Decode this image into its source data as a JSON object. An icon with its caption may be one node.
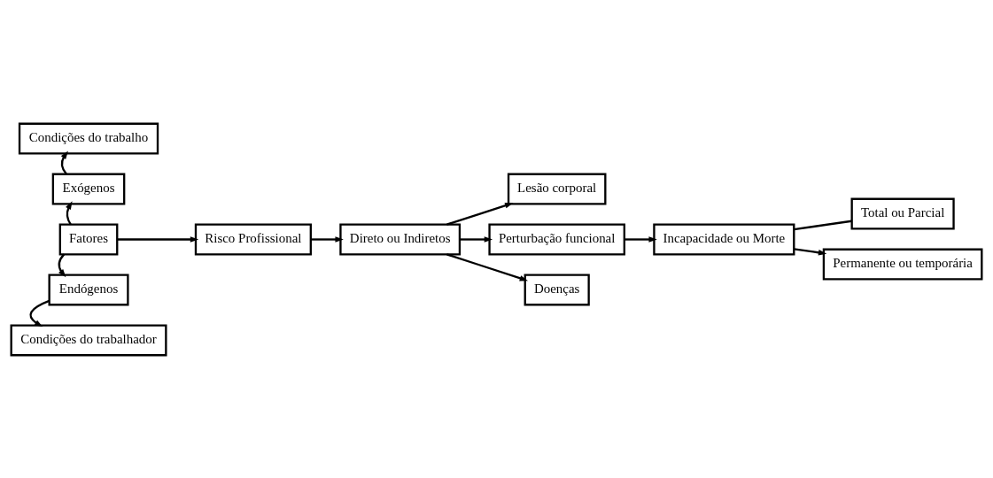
{
  "diagram": {
    "nodes": [
      {
        "text": [
          "Condições do trabalho"
        ]
      },
      {
        "text": [
          "Exógenos"
        ]
      },
      {
        "text": [
          "Fatores"
        ]
      },
      {
        "text": [
          "Endógenos"
        ]
      },
      {
        "text": [
          "Condições do trabalhador"
        ]
      },
      {
        "text": [
          "Risco Profissional"
        ]
      },
      {
        "text": [
          "Direto ou Indiretos"
        ]
      },
      {
        "text": [
          "Lesão corporal"
        ]
      },
      {
        "text": [
          "Perturbação funcional"
        ]
      },
      {
        "text": [
          "Doenças"
        ]
      },
      {
        "text": [
          "Incapacidade ou Morte"
        ]
      },
      {
        "text": [
          "Total ou Parcial"
        ]
      },
      {
        "text": [
          "Permanente ou temporária"
        ]
      }
    ],
    "edges": [
      {
        "from": 2,
        "to": 1,
        "arrow": "to"
      },
      {
        "from": 1,
        "to": 0,
        "arrow": "to"
      },
      {
        "from": 2,
        "to": 5,
        "arrow": "to"
      },
      {
        "from": 2,
        "to": 3,
        "arrow": "to"
      },
      {
        "from": 3,
        "to": 4,
        "arrow": "to"
      },
      {
        "from": 5,
        "to": 6,
        "arrow": "to"
      },
      {
        "from": 6,
        "to": 7,
        "arrow": "to"
      },
      {
        "from": 6,
        "to": 8,
        "arrow": "to"
      },
      {
        "from": 6,
        "to": 9,
        "arrow": "to"
      },
      {
        "from": 8,
        "to": 10,
        "arrow": "to"
      },
      {
        "from": 10,
        "to": 11,
        "arrow": "none"
      },
      {
        "from": 10,
        "to": 12,
        "arrow": "to"
      }
    ]
  }
}
